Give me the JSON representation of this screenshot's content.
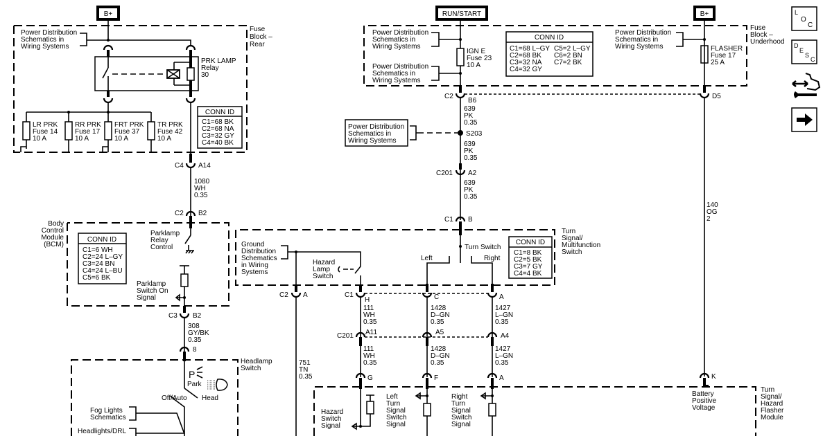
{
  "power_sources": {
    "left_bplus": "B+",
    "run_start": "RUN/START",
    "right_bplus": "B+"
  },
  "fuse_block_rear": {
    "label": [
      "Fuse",
      "Block –",
      "Rear"
    ],
    "power_dist": [
      "Power Distribution",
      "Schematics in",
      "Wiring Systems"
    ],
    "relay": [
      "PRK LAMP",
      "Relay",
      "30"
    ],
    "fuses": [
      {
        "name": "LR PRK",
        "fuse": "Fuse 14",
        "amps": "10 A"
      },
      {
        "name": "RR PRK",
        "fuse": "Fuse 17",
        "amps": "10 A"
      },
      {
        "name": "FRT PRK",
        "fuse": "Fuse 37",
        "amps": "10 A"
      },
      {
        "name": "TR PRK",
        "fuse": "Fuse 42",
        "amps": "10 A"
      }
    ],
    "conn_id": {
      "title": "CONN ID",
      "rows": [
        "C1=68 BK",
        "C2=68 NA",
        "C3=32 GY",
        "C4=40 BK"
      ]
    }
  },
  "circuit_1080": {
    "top_conn": "C4",
    "top_pin": "A14",
    "wire": [
      "1080",
      "WH",
      "0.35"
    ],
    "bot_conn": "C2",
    "bot_pin": "B2"
  },
  "bcm": {
    "label": [
      "Body",
      "Control",
      "Module",
      "(BCM)"
    ],
    "conn_id": {
      "title": "CONN ID",
      "rows": [
        "C1=6 WH",
        "C2=24 L–GY",
        "C3=24 BN",
        "C4=24 L–BU",
        "C5=6 BK"
      ]
    },
    "relay_control": [
      "Parklamp",
      "Relay",
      "Control"
    ],
    "switch_signal": [
      "Parklamp",
      "Switch On",
      "Signal"
    ]
  },
  "circuit_308": {
    "top_conn": "C3",
    "top_pin": "B2",
    "wire": [
      "308",
      "GY/BK",
      "0.35"
    ],
    "bot_pin": "8"
  },
  "headlamp_switch": {
    "label": [
      "Headlamp",
      "Switch"
    ],
    "park_symbol": "P",
    "park": "Park",
    "head": "Head",
    "off_auto": "Off/Auto",
    "fog": [
      "Fog Lights",
      "Schematics"
    ],
    "drl": "Headlights/DRL"
  },
  "fuse_block_underhood_left": {
    "power_dist_1": [
      "Power Distribution",
      "Schematics in",
      "Wiring Systems"
    ],
    "power_dist_2": [
      "Power Distribution",
      "Schematics in",
      "Wiring Systems"
    ],
    "fuse": [
      "IGN E",
      "Fuse 23",
      "10 A"
    ],
    "conn_id": {
      "title": "CONN ID",
      "col1": [
        "C1=68 L–GY",
        "C2=68 BK",
        "C3=32 NA",
        "C4=32 GY"
      ],
      "col2": [
        "C5=2 L–GY",
        "C6=2 BN",
        "C7=2 BK"
      ]
    }
  },
  "fuse_block_underhood_right": {
    "label": [
      "Fuse",
      "Block –",
      "Underhood"
    ],
    "power_dist": [
      "Power Distribution",
      "Schematics in",
      "Wiring Systems"
    ],
    "fuse": [
      "FLASHER",
      "Fuse 17",
      "25 A"
    ]
  },
  "circuit_639": {
    "c2": "C2",
    "b6": "B6",
    "seg1": [
      "639",
      "PK",
      "0.35"
    ],
    "splice": "S203",
    "splice_ref": [
      "Power Distribution",
      "Schematics in",
      "Wiring Systems"
    ],
    "seg2": [
      "639",
      "PK",
      "0.35"
    ],
    "c201": "C201",
    "a2": "A2",
    "seg3": [
      "639",
      "PK",
      "0.35"
    ],
    "c1": "C1",
    "b": "B"
  },
  "circuit_140": {
    "d5": "D5",
    "wire": [
      "140",
      "OG",
      "2"
    ],
    "k": "K"
  },
  "turn_switch": {
    "label": [
      "Turn",
      "Signal/",
      "Multifunction",
      "Switch"
    ],
    "turn_switch": "Turn Switch",
    "left": "Left",
    "right": "Right",
    "ground_ref": [
      "Ground",
      "Distribution",
      "Schematics",
      "in Wiring",
      "Systems"
    ],
    "hazard": [
      "Hazard",
      "Lamp",
      "Switch"
    ],
    "conn_id": {
      "title": "CONN ID",
      "rows": [
        "C1=8 BK",
        "C2=5 BK",
        "C3=7 GY",
        "C4=4 BK"
      ]
    }
  },
  "lower_circuits": {
    "c2": "C2",
    "a": "A",
    "c1": "C1",
    "h": "H",
    "c": "C",
    "a2": "A",
    "w111": [
      "111",
      "WH",
      "0.35"
    ],
    "w1428": [
      "1428",
      "D–GN",
      "0.35"
    ],
    "w1427": [
      "1427",
      "L–GN",
      "0.35"
    ],
    "c201": "C201",
    "a11": "A11",
    "a5": "A5",
    "a4": "A4",
    "w751": [
      "751",
      "TN",
      "0.35"
    ],
    "g": "G",
    "f": "F",
    "a3": "A"
  },
  "flasher_module": {
    "label": [
      "Turn",
      "Signal/",
      "Hazard",
      "Flasher",
      "Module"
    ],
    "battery": [
      "Battery",
      "Positive",
      "Voltage"
    ],
    "hazard_signal": [
      "Hazard",
      "Switch",
      "Signal"
    ],
    "left_signal": [
      "Left",
      "Turn",
      "Signal",
      "Switch",
      "Signal"
    ],
    "right_signal": [
      "Right",
      "Turn",
      "Signal",
      "Switch",
      "Signal"
    ]
  },
  "nav_icons": {
    "loc": [
      "L",
      "O",
      "C"
    ],
    "desc": [
      "D",
      "E",
      "S",
      "C"
    ]
  }
}
